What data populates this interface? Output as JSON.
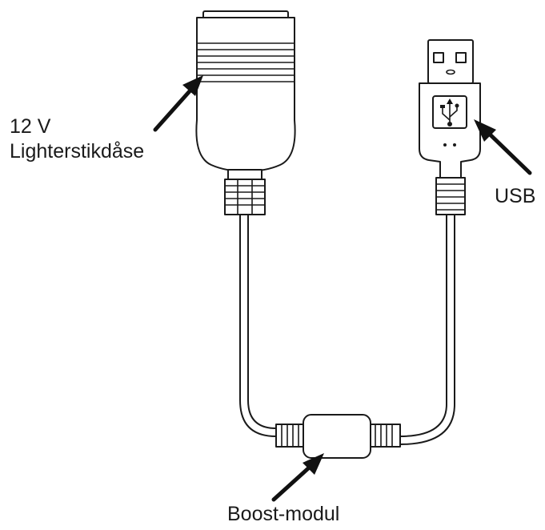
{
  "labels": {
    "socket_line1": "12 V",
    "socket_line2": "Lighterstikdåse",
    "usb": "USB",
    "boost": "Boost-modul"
  },
  "colors": {
    "line": "#1a1a1a",
    "background": "#ffffff"
  }
}
